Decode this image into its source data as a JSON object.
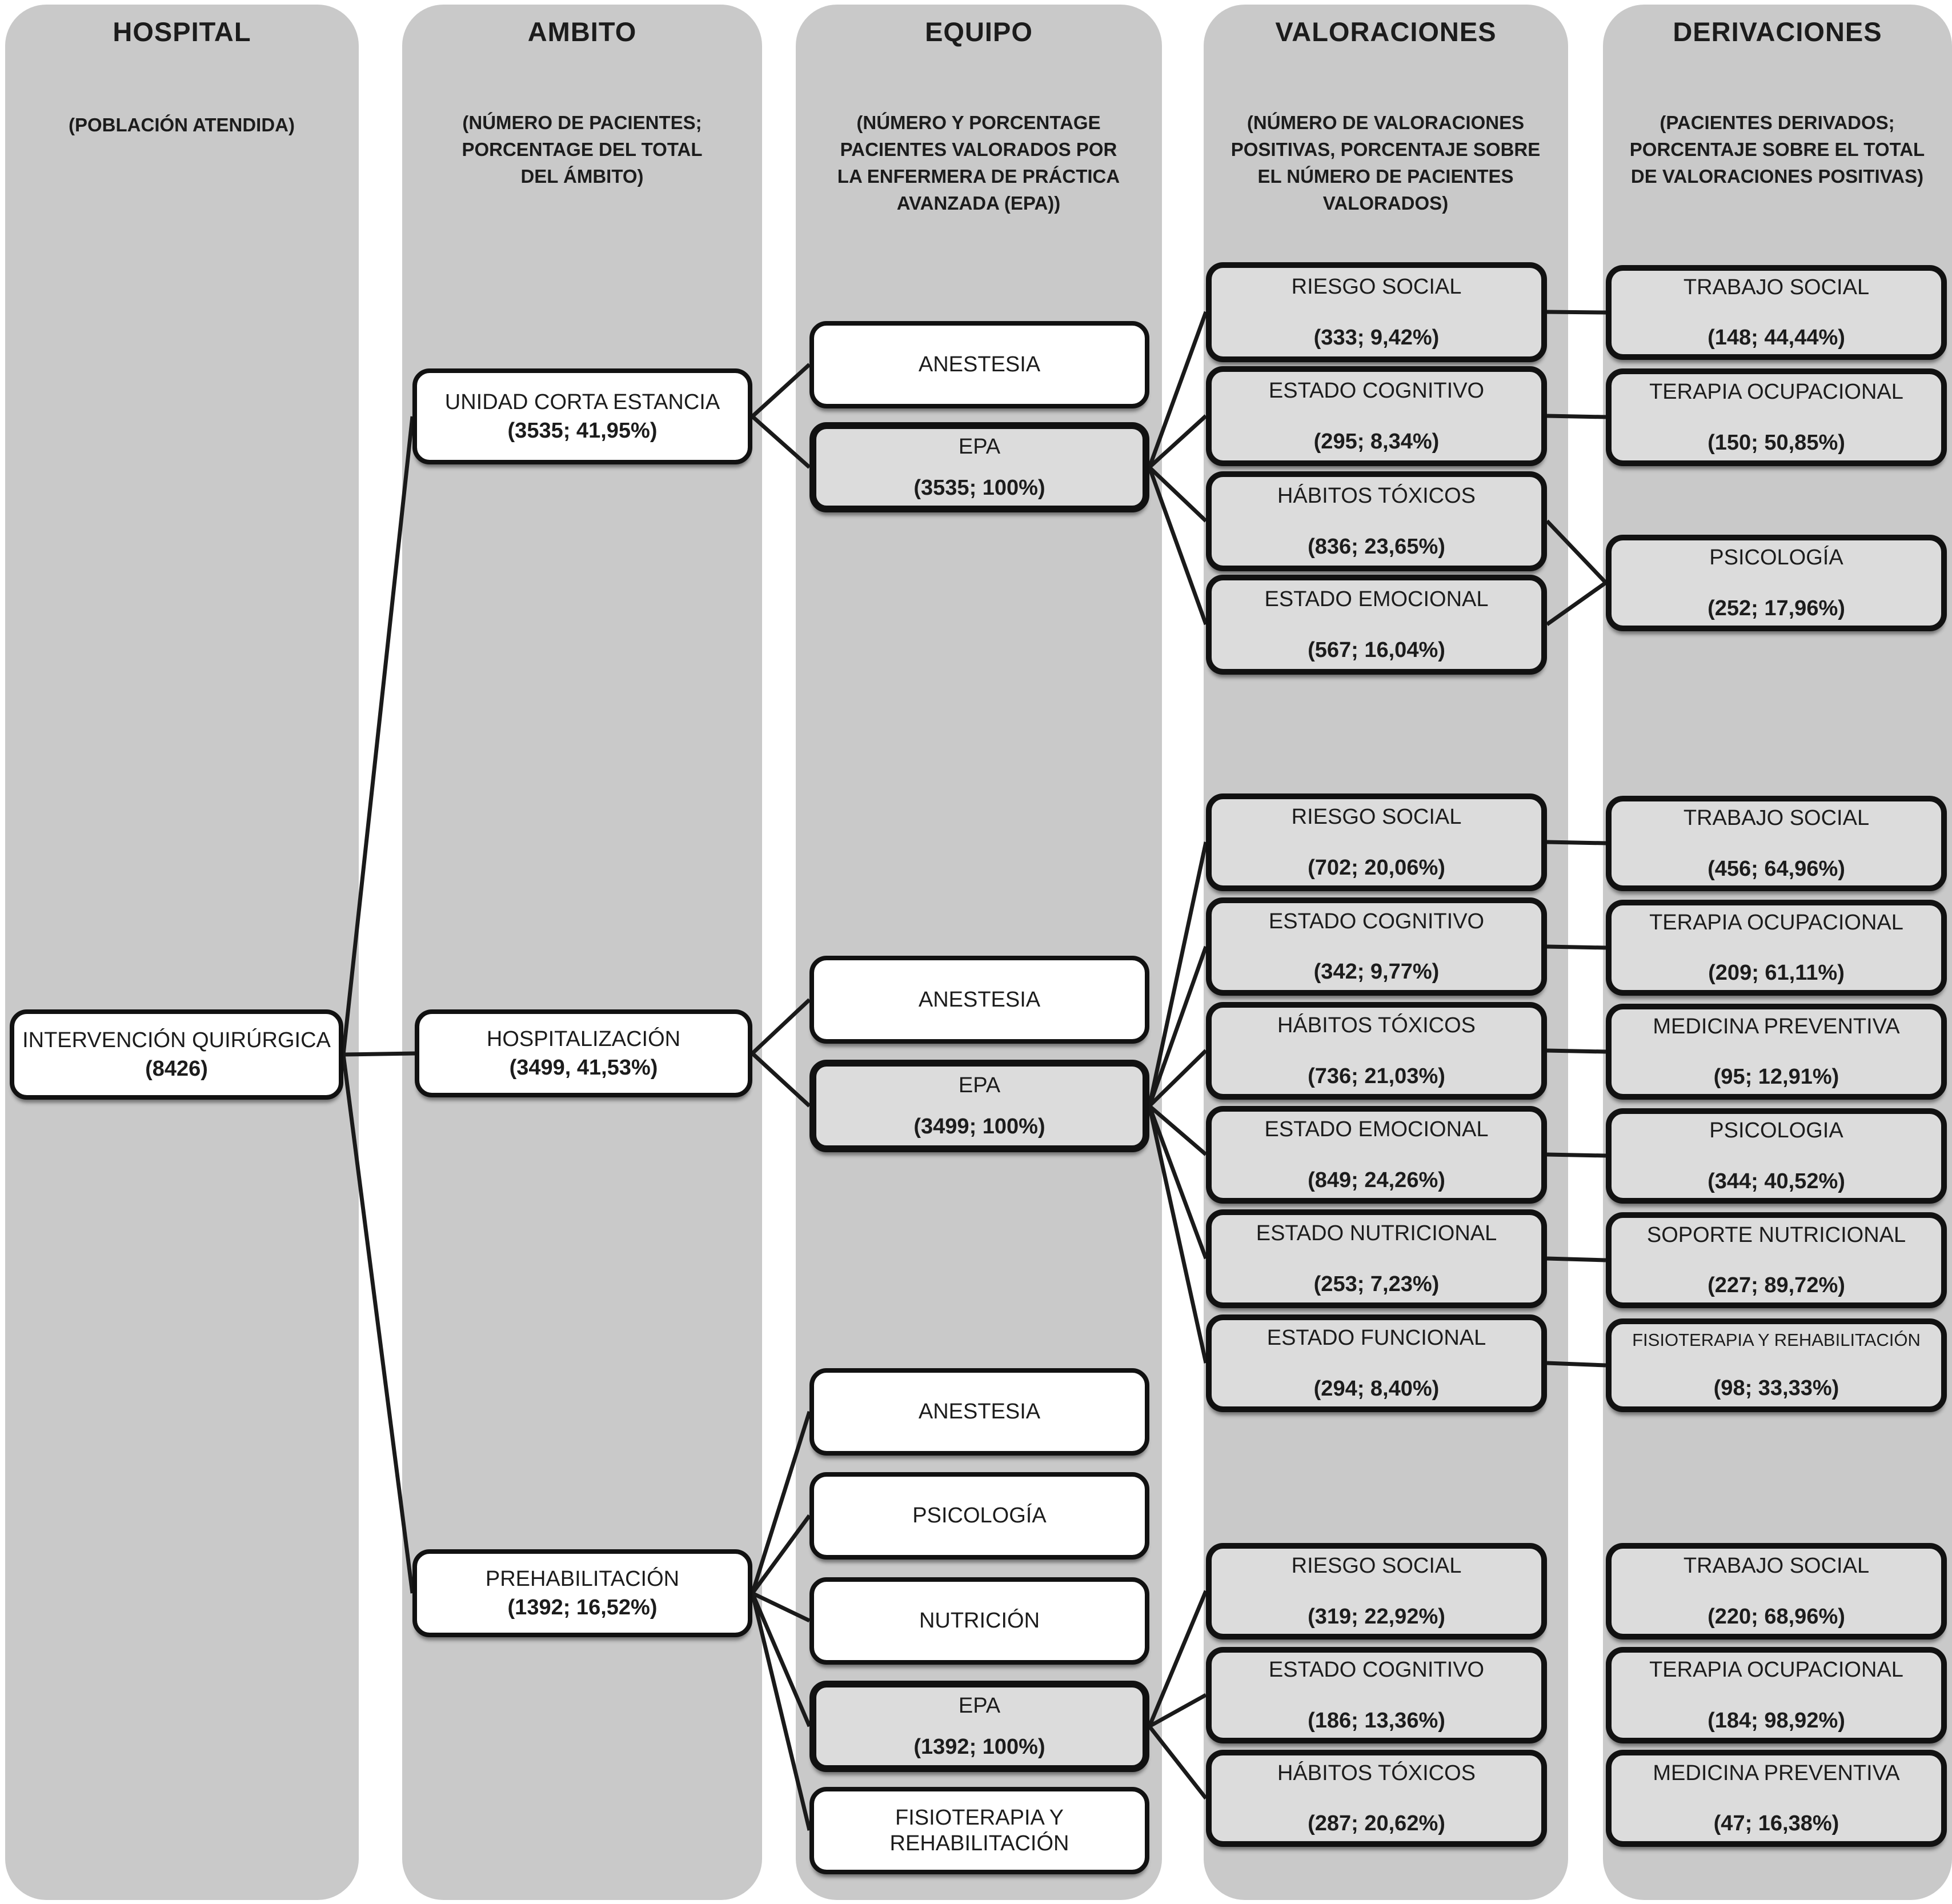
{
  "colors": {
    "column_band": "#c9c9c9",
    "box_gray": "#dcdcdc",
    "box_white": "#ffffff",
    "line_and_border": "#1a1a1a"
  },
  "columns": [
    {
      "title": "HOSPITAL",
      "subtitle": "(POBLACIÓN ATENDIDA)"
    },
    {
      "title": "AMBITO",
      "subtitle": "(NÚMERO DE PACIENTES; PORCENTAGE DEL TOTAL DEL ÁMBITO)"
    },
    {
      "title": "EQUIPO",
      "subtitle": "(NÚMERO Y PORCENTAGE PACIENTES VALORADOS POR LA ENFERMERA DE PRÁCTICA AVANZADA (EPA))"
    },
    {
      "title": "VALORACIONES",
      "subtitle": "(NÚMERO DE VALORACIONES POSITIVAS, PORCENTAJE SOBRE EL NÚMERO DE PACIENTES VALORADOS)"
    },
    {
      "title": "DERIVACIONES",
      "subtitle": "(PACIENTES DERIVADOS; PORCENTAJE SOBRE EL TOTAL DE VALORACIONES POSITIVAS)"
    }
  ],
  "nodes": {
    "iq": {
      "label": "INTERVENCIÓN QUIRÚRGICA",
      "value": "(8426)"
    },
    "uce": {
      "label": "UNIDAD CORTA ESTANCIA",
      "value": "(3535; 41,95%)"
    },
    "hosp": {
      "label": "HOSPITALIZACIÓN",
      "value": "(3499, 41,53%)"
    },
    "prehab": {
      "label": "PREHABILITACIÓN",
      "value": "(1392; 16,52%)"
    },
    "an1": {
      "label": "ANESTESIA"
    },
    "epa1": {
      "label": "EPA",
      "value": "(3535; 100%)"
    },
    "an2": {
      "label": "ANESTESIA"
    },
    "epa2": {
      "label": "EPA",
      "value": "(3499; 100%)"
    },
    "an3": {
      "label": "ANESTESIA"
    },
    "ps3": {
      "label": "PSICOLOGÍA"
    },
    "nu3": {
      "label": "NUTRICIÓN"
    },
    "epa3": {
      "label": "EPA",
      "value": "(1392; 100%)"
    },
    "fr3": {
      "label": "FISIOTERAPIA Y REHABILITACIÓN"
    },
    "rs1": {
      "label": "RIESGO SOCIAL",
      "value": "(333; 9,42%)"
    },
    "ec1": {
      "label": "ESTADO COGNITIVO",
      "value": "(295; 8,34%)"
    },
    "ht1": {
      "label": "HÁBITOS TÓXICOS",
      "value": "(836; 23,65%)"
    },
    "ee1": {
      "label": "ESTADO EMOCIONAL",
      "value": "(567; 16,04%)"
    },
    "ts1": {
      "label": "TRABAJO SOCIAL",
      "value": "(148; 44,44%)"
    },
    "to1": {
      "label": "TERAPIA OCUPACIONAL",
      "value": "(150; 50,85%)"
    },
    "psi1": {
      "label": "PSICOLOGÍA",
      "value": "(252; 17,96%)"
    },
    "rs2": {
      "label": "RIESGO SOCIAL",
      "value": "(702; 20,06%)"
    },
    "ec2": {
      "label": "ESTADO COGNITIVO",
      "value": "(342; 9,77%)"
    },
    "ht2": {
      "label": "HÁBITOS TÓXICOS",
      "value": "(736; 21,03%)"
    },
    "ee2": {
      "label": "ESTADO EMOCIONAL",
      "value": "(849; 24,26%)"
    },
    "en2": {
      "label": "ESTADO NUTRICIONAL",
      "value": "(253; 7,23%)"
    },
    "ef2": {
      "label": "ESTADO FUNCIONAL",
      "value": "(294; 8,40%)"
    },
    "ts2": {
      "label": "TRABAJO SOCIAL",
      "value": "(456; 64,96%)"
    },
    "to2": {
      "label": "TERAPIA OCUPACIONAL",
      "value": "(209; 61,11%)"
    },
    "mp2": {
      "label": "MEDICINA PREVENTIVA",
      "value": "(95; 12,91%)"
    },
    "psi2": {
      "label": "PSICOLOGIA",
      "value": "(344; 40,52%)"
    },
    "sn2": {
      "label": "SOPORTE NUTRICIONAL",
      "value": "(227; 89,72%)"
    },
    "fr2": {
      "label": "FISIOTERAPIA Y REHABILITACIÓN",
      "value": "(98; 33,33%)"
    },
    "rs3": {
      "label": "RIESGO SOCIAL",
      "value": "(319; 22,92%)"
    },
    "ec3": {
      "label": "ESTADO COGNITIVO",
      "value": "(186; 13,36%)"
    },
    "ht3": {
      "label": "HÁBITOS TÓXICOS",
      "value": "(287; 20,62%)"
    },
    "ts3": {
      "label": "TRABAJO SOCIAL",
      "value": "(220; 68,96%)"
    },
    "to3": {
      "label": "TERAPIA OCUPACIONAL",
      "value": "(184; 98,92%)"
    },
    "mp3": {
      "label": "MEDICINA PREVENTIVA",
      "value": "(47; 16,38%)"
    }
  }
}
